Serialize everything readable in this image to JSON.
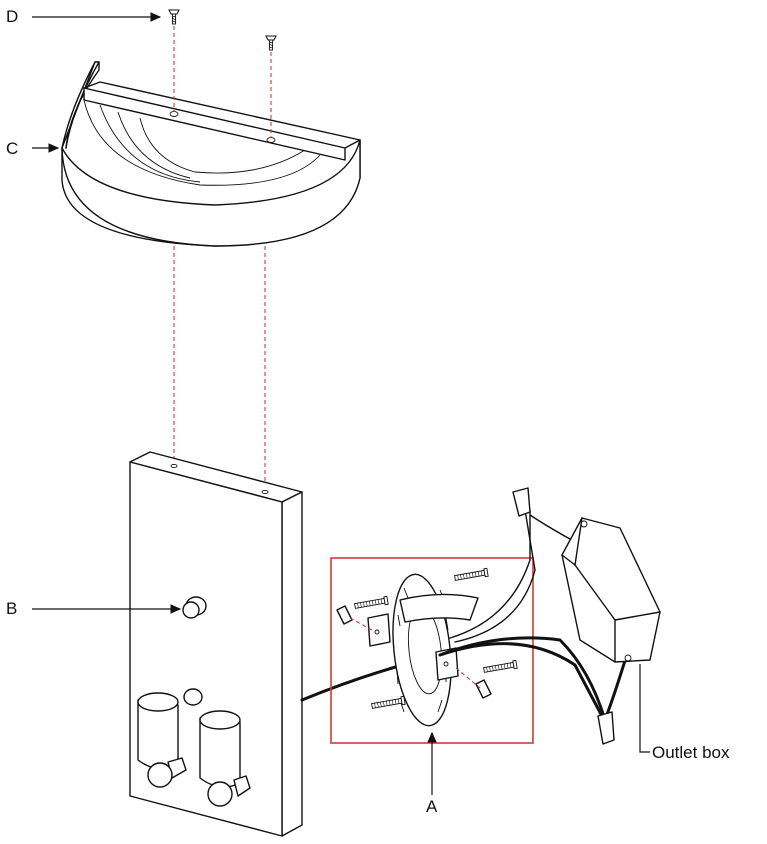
{
  "labels": {
    "a": "A",
    "b": "B",
    "c": "C",
    "d": "D",
    "outlet_box": "Outlet box"
  },
  "colors": {
    "line": "#111111",
    "highlight": "#d23b3b",
    "background": "#ffffff"
  },
  "icons": {
    "screw": "screw-icon",
    "arrow": "arrow-icon"
  }
}
